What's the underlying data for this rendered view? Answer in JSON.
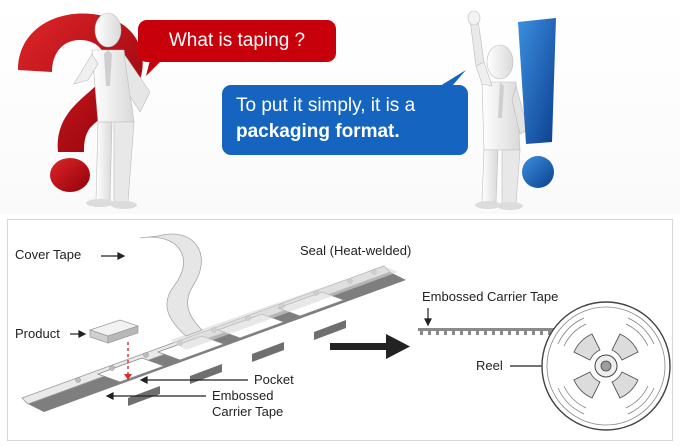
{
  "speech": {
    "question": "What is taping ?",
    "answer_line1": "To put it simply, it is a",
    "answer_line2": "packaging format."
  },
  "labels": {
    "cover_tape": "Cover Tape",
    "seal": "Seal (Heat-welded)",
    "product": "Product",
    "pocket": "Pocket",
    "embossed_line1": "Embossed",
    "embossed_line2": "Carrier Tape",
    "embossed_carrier_tape": "Embossed Carrier Tape",
    "reel": "Reel"
  },
  "colors": {
    "question_mark": "#c8000c",
    "exclamation_mark": "#1565c0",
    "red_bubble": "#c8000c",
    "blue_bubble": "#1565c0",
    "guide_dashes": "#d32f2f"
  },
  "icons": [
    "question-mark-icon",
    "exclamation-mark-icon",
    "right-arrow-icon",
    "reel-icon"
  ]
}
